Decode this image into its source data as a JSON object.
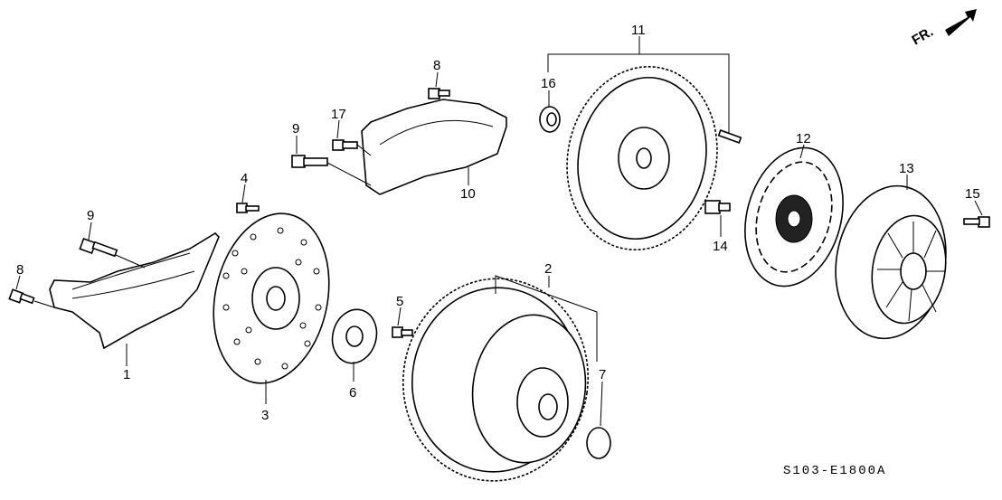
{
  "diagram": {
    "direction_label": "FR.",
    "drawing_code": "S103-E1800A",
    "callouts": {
      "p1": "1",
      "p2": "2",
      "p3": "3",
      "p4": "4",
      "p5": "5",
      "p6": "6",
      "p7": "7",
      "p8a": "8",
      "p8b": "8",
      "p9a": "9",
      "p9b": "9",
      "p10": "10",
      "p11": "11",
      "p12": "12",
      "p13": "13",
      "p14": "14",
      "p15": "15",
      "p16": "16",
      "p17": "17"
    }
  }
}
